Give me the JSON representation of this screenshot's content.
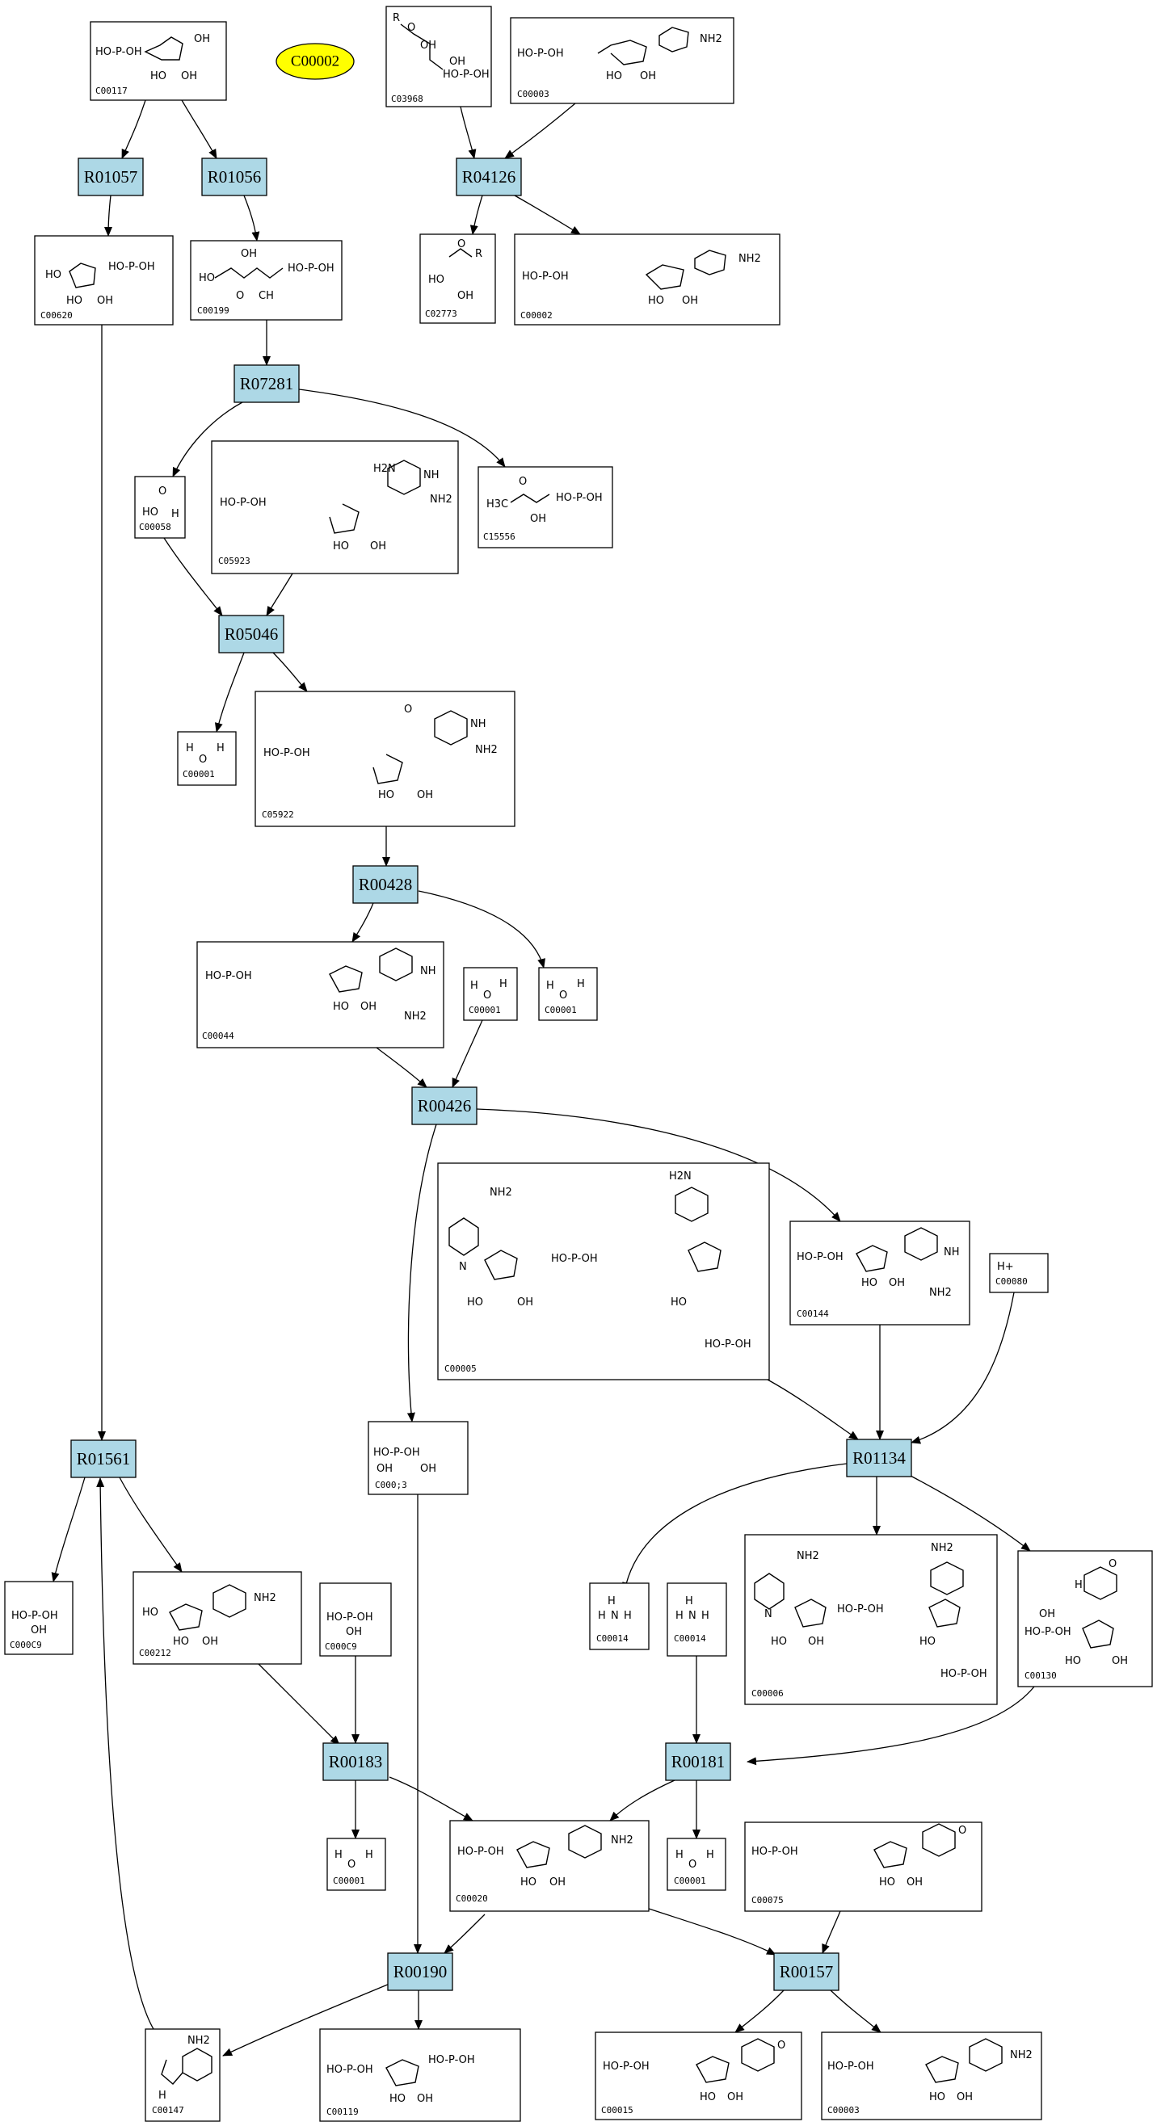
{
  "highlight": "C00002",
  "reactions": [
    "R01057",
    "R01056",
    "R04126",
    "R07281",
    "R05046",
    "R00428",
    "R00426",
    "R01134",
    "R01561",
    "R00183",
    "R00181",
    "R00190",
    "R00157"
  ],
  "compounds": {
    "c00117": "C00117",
    "c03968": "C03968",
    "c00003_top": "C00003",
    "c00620": "C00620",
    "c00199": "C00199",
    "c02773": "C02773",
    "c00002": "C00002",
    "c00058": "C00058",
    "c05923": "C05923",
    "c15556": "C15556",
    "c00001_a": "C00001",
    "c05922": "C05922",
    "c00044": "C00044",
    "c00001_b": "C00001",
    "c00001_c": "C00001",
    "c00005": "C00005",
    "c00144": "C00144",
    "c00080": "C00080",
    "c00013": "C000;3",
    "c00009_a": "C000C9",
    "c00212": "C00212",
    "c00009_b": "C000C9",
    "c00014_a": "C00014",
    "c00014_b": "C00014",
    "c00006": "C00006",
    "c00130": "C00130",
    "c00001_d": "C00001",
    "c00020": "C00020",
    "c00001_e": "C00001",
    "c00075": "C00075",
    "c00147": "C00147",
    "c00119": "C00119",
    "c00015": "C00015",
    "c00003_bottom": "C00003"
  },
  "structure_text": {
    "ho": "HO",
    "oh": "OH",
    "o": "O",
    "p": "P",
    "h": "H",
    "n": "N",
    "nh": "NH",
    "nh2": "NH2",
    "h2n": "H2N",
    "r": "R",
    "hplus": "H+",
    "ho_p_oh": "HO-P-OH",
    "h3c": "H3C",
    "ch": "CH"
  },
  "colors": {
    "reaction_fill": "#add8e6",
    "highlight_fill": "#ffff00",
    "edge": "#000000"
  }
}
